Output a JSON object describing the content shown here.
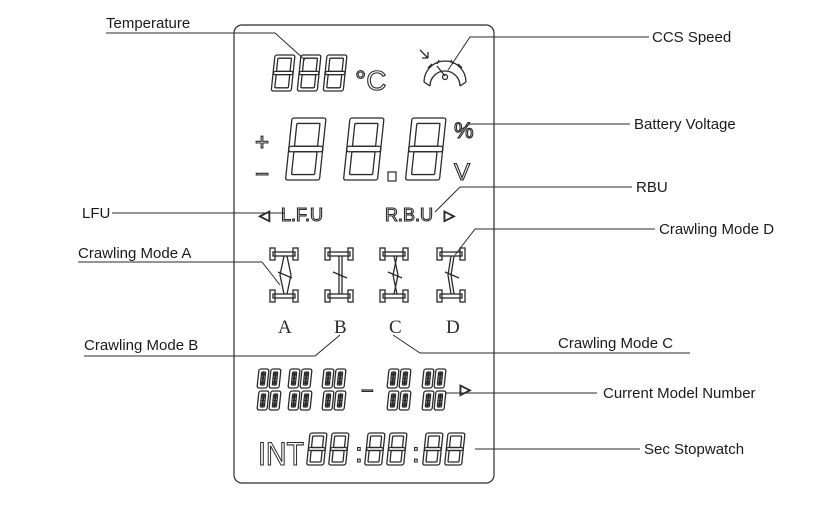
{
  "callouts": {
    "temperature": "Temperature",
    "ccs_speed": "CCS Speed",
    "battery_voltage": "Battery Voltage",
    "rbu": "RBU",
    "lfu": "LFU",
    "crawling_mode_d": "Crawling Mode D",
    "crawling_mode_a": "Crawling Mode A",
    "crawling_mode_b": "Crawling Mode B",
    "crawling_mode_c": "Crawling Mode C",
    "current_model_number": "Current Model Number",
    "sec_stopwatch": "Sec Stopwatch"
  },
  "lcd": {
    "temp_unit": "°C",
    "plus_sign": "+",
    "minus_sign": "−",
    "percent_sign": "%",
    "volt_unit": "V",
    "lfu_text": "L.F.U",
    "rbu_text": "R.B.U",
    "left_arrow": "◁",
    "right_arrow": "▷",
    "mode_letters": [
      "A",
      "B",
      "C",
      "D"
    ],
    "model_dash": "−",
    "model_arrow": "▷",
    "int_label": "INT",
    "colon": ":"
  },
  "colors": {
    "line": "#2a2a2a",
    "background": "#ffffff"
  }
}
